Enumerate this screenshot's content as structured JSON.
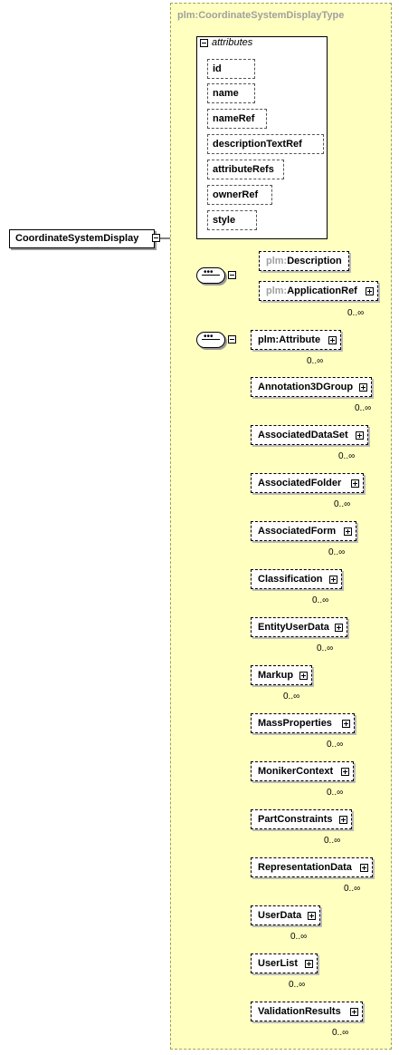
{
  "diagram": {
    "type_name": "plm:CoordinateSystemDisplayType",
    "root_element": "CoordinateSystemDisplay",
    "attributes": {
      "header": "attributes",
      "items": [
        "id",
        "name",
        "nameRef",
        "descriptionTextRef",
        "attributeRefs",
        "ownerRef",
        "style"
      ]
    },
    "sequence1": {
      "description": {
        "prefix": "plm:",
        "name": "Description"
      },
      "application_ref": {
        "prefix": "plm:",
        "name": "ApplicationRef",
        "cardinality": "0..∞"
      }
    },
    "sequence2": {
      "attribute": {
        "prefix": "plm:",
        "name": "Attribute",
        "cardinality": "0..∞"
      },
      "substitutes": [
        {
          "name": "Annotation3DGroup",
          "cardinality": "0..∞"
        },
        {
          "name": "AssociatedDataSet",
          "cardinality": "0..∞"
        },
        {
          "name": "AssociatedFolder",
          "cardinality": "0..∞"
        },
        {
          "name": "AssociatedForm",
          "cardinality": "0..∞"
        },
        {
          "name": "Classification",
          "cardinality": "0..∞"
        },
        {
          "name": "EntityUserData",
          "cardinality": "0..∞"
        },
        {
          "name": "Markup",
          "cardinality": "0..∞"
        },
        {
          "name": "MassProperties",
          "cardinality": "0..∞"
        },
        {
          "name": "MonikerContext",
          "cardinality": "0..∞"
        },
        {
          "name": "PartConstraints",
          "cardinality": "0..∞"
        },
        {
          "name": "RepresentationData",
          "cardinality": "0..∞"
        },
        {
          "name": "UserData",
          "cardinality": "0..∞"
        },
        {
          "name": "UserList",
          "cardinality": "0..∞"
        },
        {
          "name": "ValidationResults",
          "cardinality": "0..∞"
        }
      ]
    }
  }
}
